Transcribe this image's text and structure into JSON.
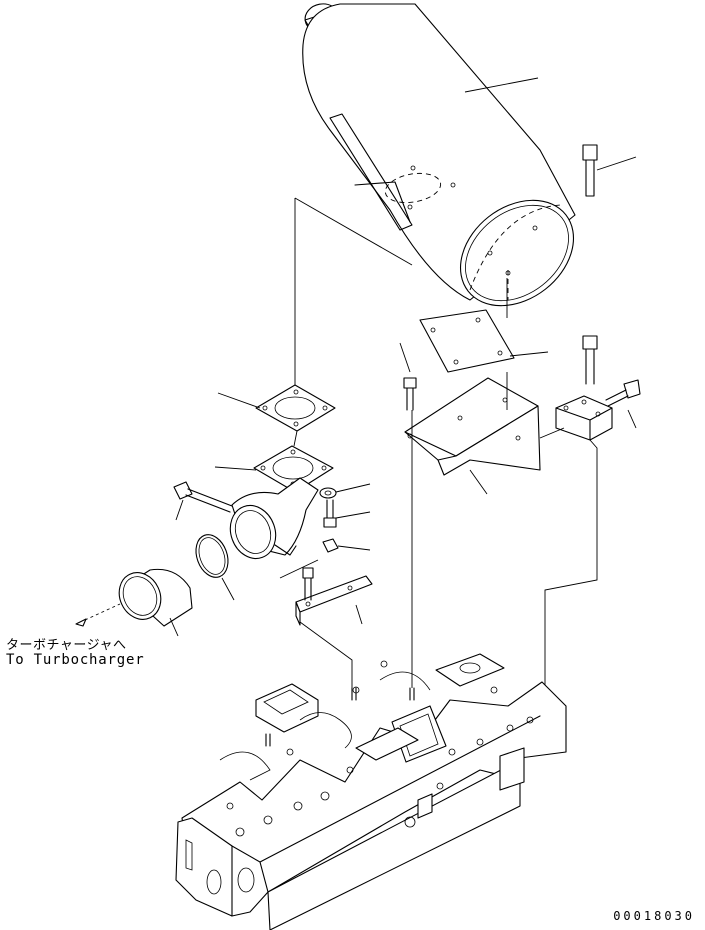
{
  "annotation": {
    "japanese": "ターボチャージャへ",
    "english": "To Turbocharger"
  },
  "drawing_number": "00018030"
}
